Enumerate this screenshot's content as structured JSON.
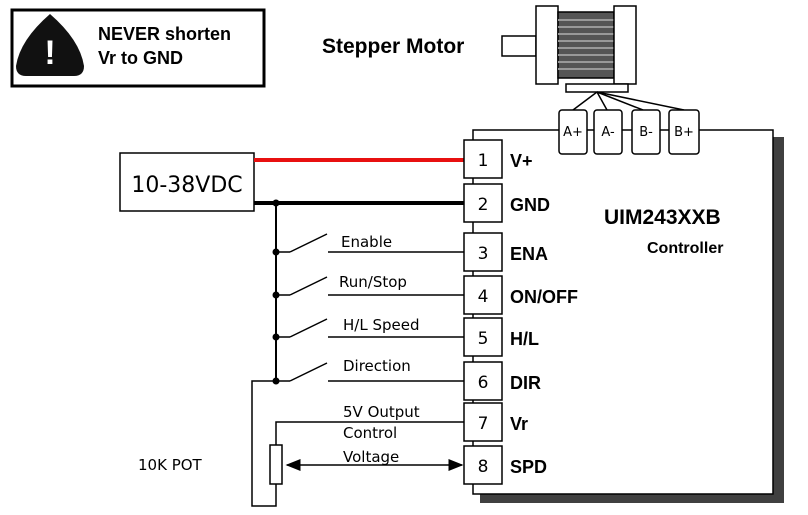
{
  "warning": {
    "text_line1": "NEVER shorten",
    "text_line2": "Vr to GND"
  },
  "motor": {
    "label": "Stepper  Motor"
  },
  "motor_terminals": [
    "A+",
    "A-",
    "B-",
    "B+"
  ],
  "power_supply": {
    "label": "10-38VDC"
  },
  "controller": {
    "model": "UIM243XXB",
    "subtitle": "Controller"
  },
  "pins": [
    {
      "num": "1",
      "name": "V+"
    },
    {
      "num": "2",
      "name": "GND"
    },
    {
      "num": "3",
      "name": "ENA"
    },
    {
      "num": "4",
      "name": "ON/OFF"
    },
    {
      "num": "5",
      "name": "H/L"
    },
    {
      "num": "6",
      "name": "DIR"
    },
    {
      "num": "7",
      "name": "Vr"
    },
    {
      "num": "8",
      "name": "SPD"
    }
  ],
  "switches": [
    "Enable",
    "Run/Stop",
    "H/L Speed",
    "Direction"
  ],
  "signals": {
    "vr_line1": "5V Output",
    "spd_line1": "Control",
    "spd_line2": "Voltage"
  },
  "pot": {
    "label": "10K POT"
  },
  "colors": {
    "vplus_wire": "#e81010",
    "gnd_wire": "#000000",
    "controller_shadow": "#404040",
    "motor_coil": "#555555"
  }
}
